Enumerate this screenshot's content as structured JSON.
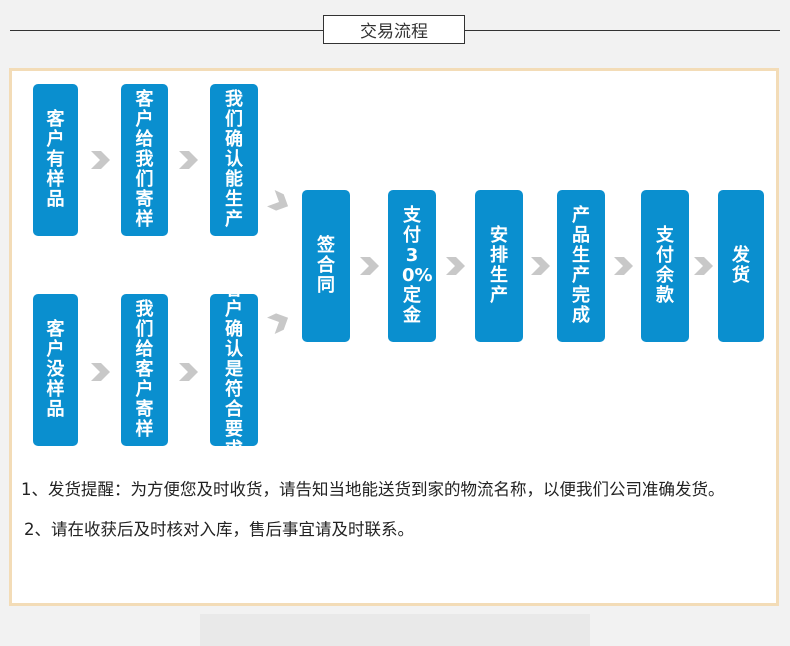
{
  "title": "交易流程",
  "flow": {
    "top_row": [
      "客户有样品",
      "客户给我们寄样",
      "我们确认能生产"
    ],
    "bottom_row": [
      "客户没样品",
      "我们给客户寄样",
      "客户确认是符合要求"
    ],
    "main": [
      "签合同",
      "支付30%定金",
      "安排生产",
      "产品生产完成",
      "支付余款",
      "发货"
    ]
  },
  "notes": [
    "1、发货提醒：为方便您及时收货，请告知当地能送货到家的物流名称，以便我们公司准确发货。",
    "2、请在收获后及时核对入库，售后事宜请及时联系。"
  ],
  "colors": {
    "box": "#0a8fcf",
    "arrow": "#c8c8c8",
    "panel_border": "#f3dcb7"
  }
}
